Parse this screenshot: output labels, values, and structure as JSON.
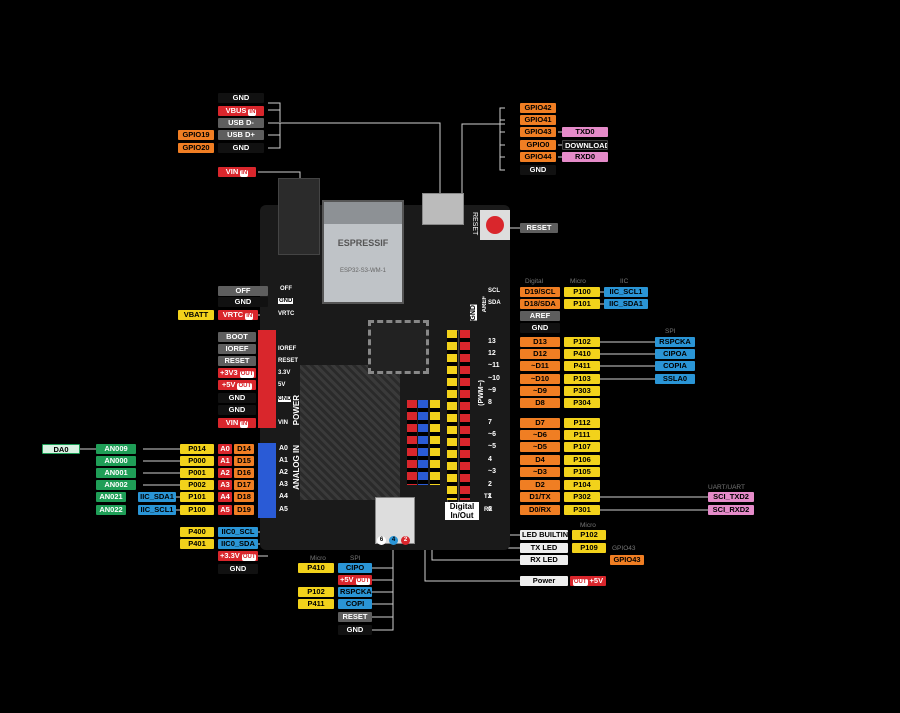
{
  "colors": {
    "gray": "#5e5e5e",
    "red": "#d9262c",
    "yellow": "#f2d21b",
    "orange": "#f07e23",
    "pink": "#e58bc9",
    "blue": "#2a95d6",
    "green": "#1f9e57"
  },
  "usb": {
    "gnd_top": "GND",
    "vbus": "VBUS",
    "usb_dm": "USB D-",
    "usb_dp": "USB D+",
    "gnd_bottom": "GND",
    "gpio19": "GPIO19",
    "gpio20": "GPIO20"
  },
  "vin_top": "VIN",
  "in_badge": "IN",
  "out_badge": "OUT",
  "right_gpio": [
    "GPIO42",
    "GPIO41",
    "GPIO43",
    "GPIO0",
    "GPIO44",
    "GND"
  ],
  "right_gpio_func": {
    "txd0": "TXD0",
    "download": "DOWNLOAD",
    "rxd0": "RXD0"
  },
  "reset_button": "RESET",
  "board": {
    "chip_brand": "ESPRESSIF",
    "chip_model": "ESP32-S3-WM-1",
    "reset_silk": "RESET",
    "off": "OFF",
    "gnd": "GND",
    "vrtc": "VRTC",
    "ioref": "IOREF",
    "reset": "RESET",
    "v33": "3.3V",
    "v5": "5V",
    "gnd1": "GND",
    "vin": "VIN",
    "power": "POWER",
    "analog_in": "ANALOG IN",
    "digital": "Digital In/Out",
    "pwm": "(PWM~)",
    "aref": "AREF",
    "scl": "SCL",
    "sda": "SDA",
    "tx": "TX",
    "rx": "RX"
  },
  "rtc": {
    "off": "OFF",
    "gnd": "GND",
    "vbatt": "VBATT",
    "vrtc": "VRTC"
  },
  "power_hdr": {
    "boot": "BOOT",
    "ioref": "IOREF",
    "reset": "RESET",
    "v33": "+3V3",
    "v5": "+5V",
    "gnd1": "GND",
    "gnd2": "GND",
    "vin": "VIN"
  },
  "analog": {
    "pins": [
      "A0",
      "A1",
      "A2",
      "A3",
      "A4",
      "A5"
    ],
    "dpins": [
      "D14",
      "D15",
      "D16",
      "D17",
      "D18",
      "D19"
    ],
    "ports": [
      "P014",
      "P000",
      "P001",
      "P002",
      "P101",
      "P100"
    ],
    "an": [
      "AN009",
      "AN000",
      "AN001",
      "AN002",
      "AN021",
      "AN022"
    ],
    "iic": {
      "sda": "IIC_SDA1",
      "scl": "IIC_SCL1"
    },
    "da0": "DA0"
  },
  "iic_bottom": {
    "p400": "P400",
    "p401": "P401",
    "scl": "IIC0_SCL",
    "sda": "IIC0_SDA",
    "v33": "+3.3V",
    "gnd": "GND"
  },
  "digital": {
    "header_names": {
      "digital": "Digital",
      "micro": "Micro",
      "iic": "IIC",
      "spi": "SPI",
      "uart": "UART/UART"
    },
    "top": [
      {
        "d": "D19/SCL",
        "p": "P100",
        "f": "IIC_SCL1"
      },
      {
        "d": "D18/SDA",
        "p": "P101",
        "f": "IIC_SDA1"
      }
    ],
    "aref": "AREF",
    "gnd": "GND",
    "rows": [
      {
        "num": "13",
        "d": "D13",
        "p": "P102",
        "f": "RSPCKA"
      },
      {
        "num": "12",
        "d": "D12",
        "p": "P410",
        "f": "CIPOA"
      },
      {
        "num": "~11",
        "d": "~D11",
        "p": "P411",
        "f": "COPIA"
      },
      {
        "num": "~10",
        "d": "~D10",
        "p": "P103",
        "f": "SSLA0"
      },
      {
        "num": "~9",
        "d": "~D9",
        "p": "P303",
        "f": ""
      },
      {
        "num": "8",
        "d": "D8",
        "p": "P304",
        "f": ""
      },
      {
        "num": "7",
        "d": "D7",
        "p": "P112",
        "f": ""
      },
      {
        "num": "~6",
        "d": "~D6",
        "p": "P111",
        "f": ""
      },
      {
        "num": "~5",
        "d": "~D5",
        "p": "P107",
        "f": ""
      },
      {
        "num": "4",
        "d": "D4",
        "p": "P106",
        "f": ""
      },
      {
        "num": "~3",
        "d": "~D3",
        "p": "P105",
        "f": ""
      },
      {
        "num": "2",
        "d": "D2",
        "p": "P104",
        "f": ""
      },
      {
        "num": "1",
        "d": "D1/TX",
        "p": "P302",
        "f": "SCI_TXD2"
      },
      {
        "num": "0",
        "d": "D0/RX",
        "p": "P301",
        "f": "SCI_RXD2"
      }
    ]
  },
  "leds": {
    "micro": "Micro",
    "gpio_hdr": "GPIO43",
    "builtin": "LED BUILTIN",
    "tx": "TX LED",
    "rx": "RX LED",
    "p102": "P102",
    "p109": "P109",
    "gpio43": "GPIO43",
    "power": "Power",
    "v5": "+5V"
  },
  "icsp": {
    "micro": "Micro",
    "spi": "SPI",
    "rows": [
      [
        "P410",
        "CIPO"
      ],
      [
        "",
        "+5V"
      ],
      [
        "P102",
        "RSPCKA"
      ],
      [
        "P411",
        "COPI"
      ],
      [
        "",
        "RESET"
      ],
      [
        "",
        "GND"
      ]
    ]
  }
}
